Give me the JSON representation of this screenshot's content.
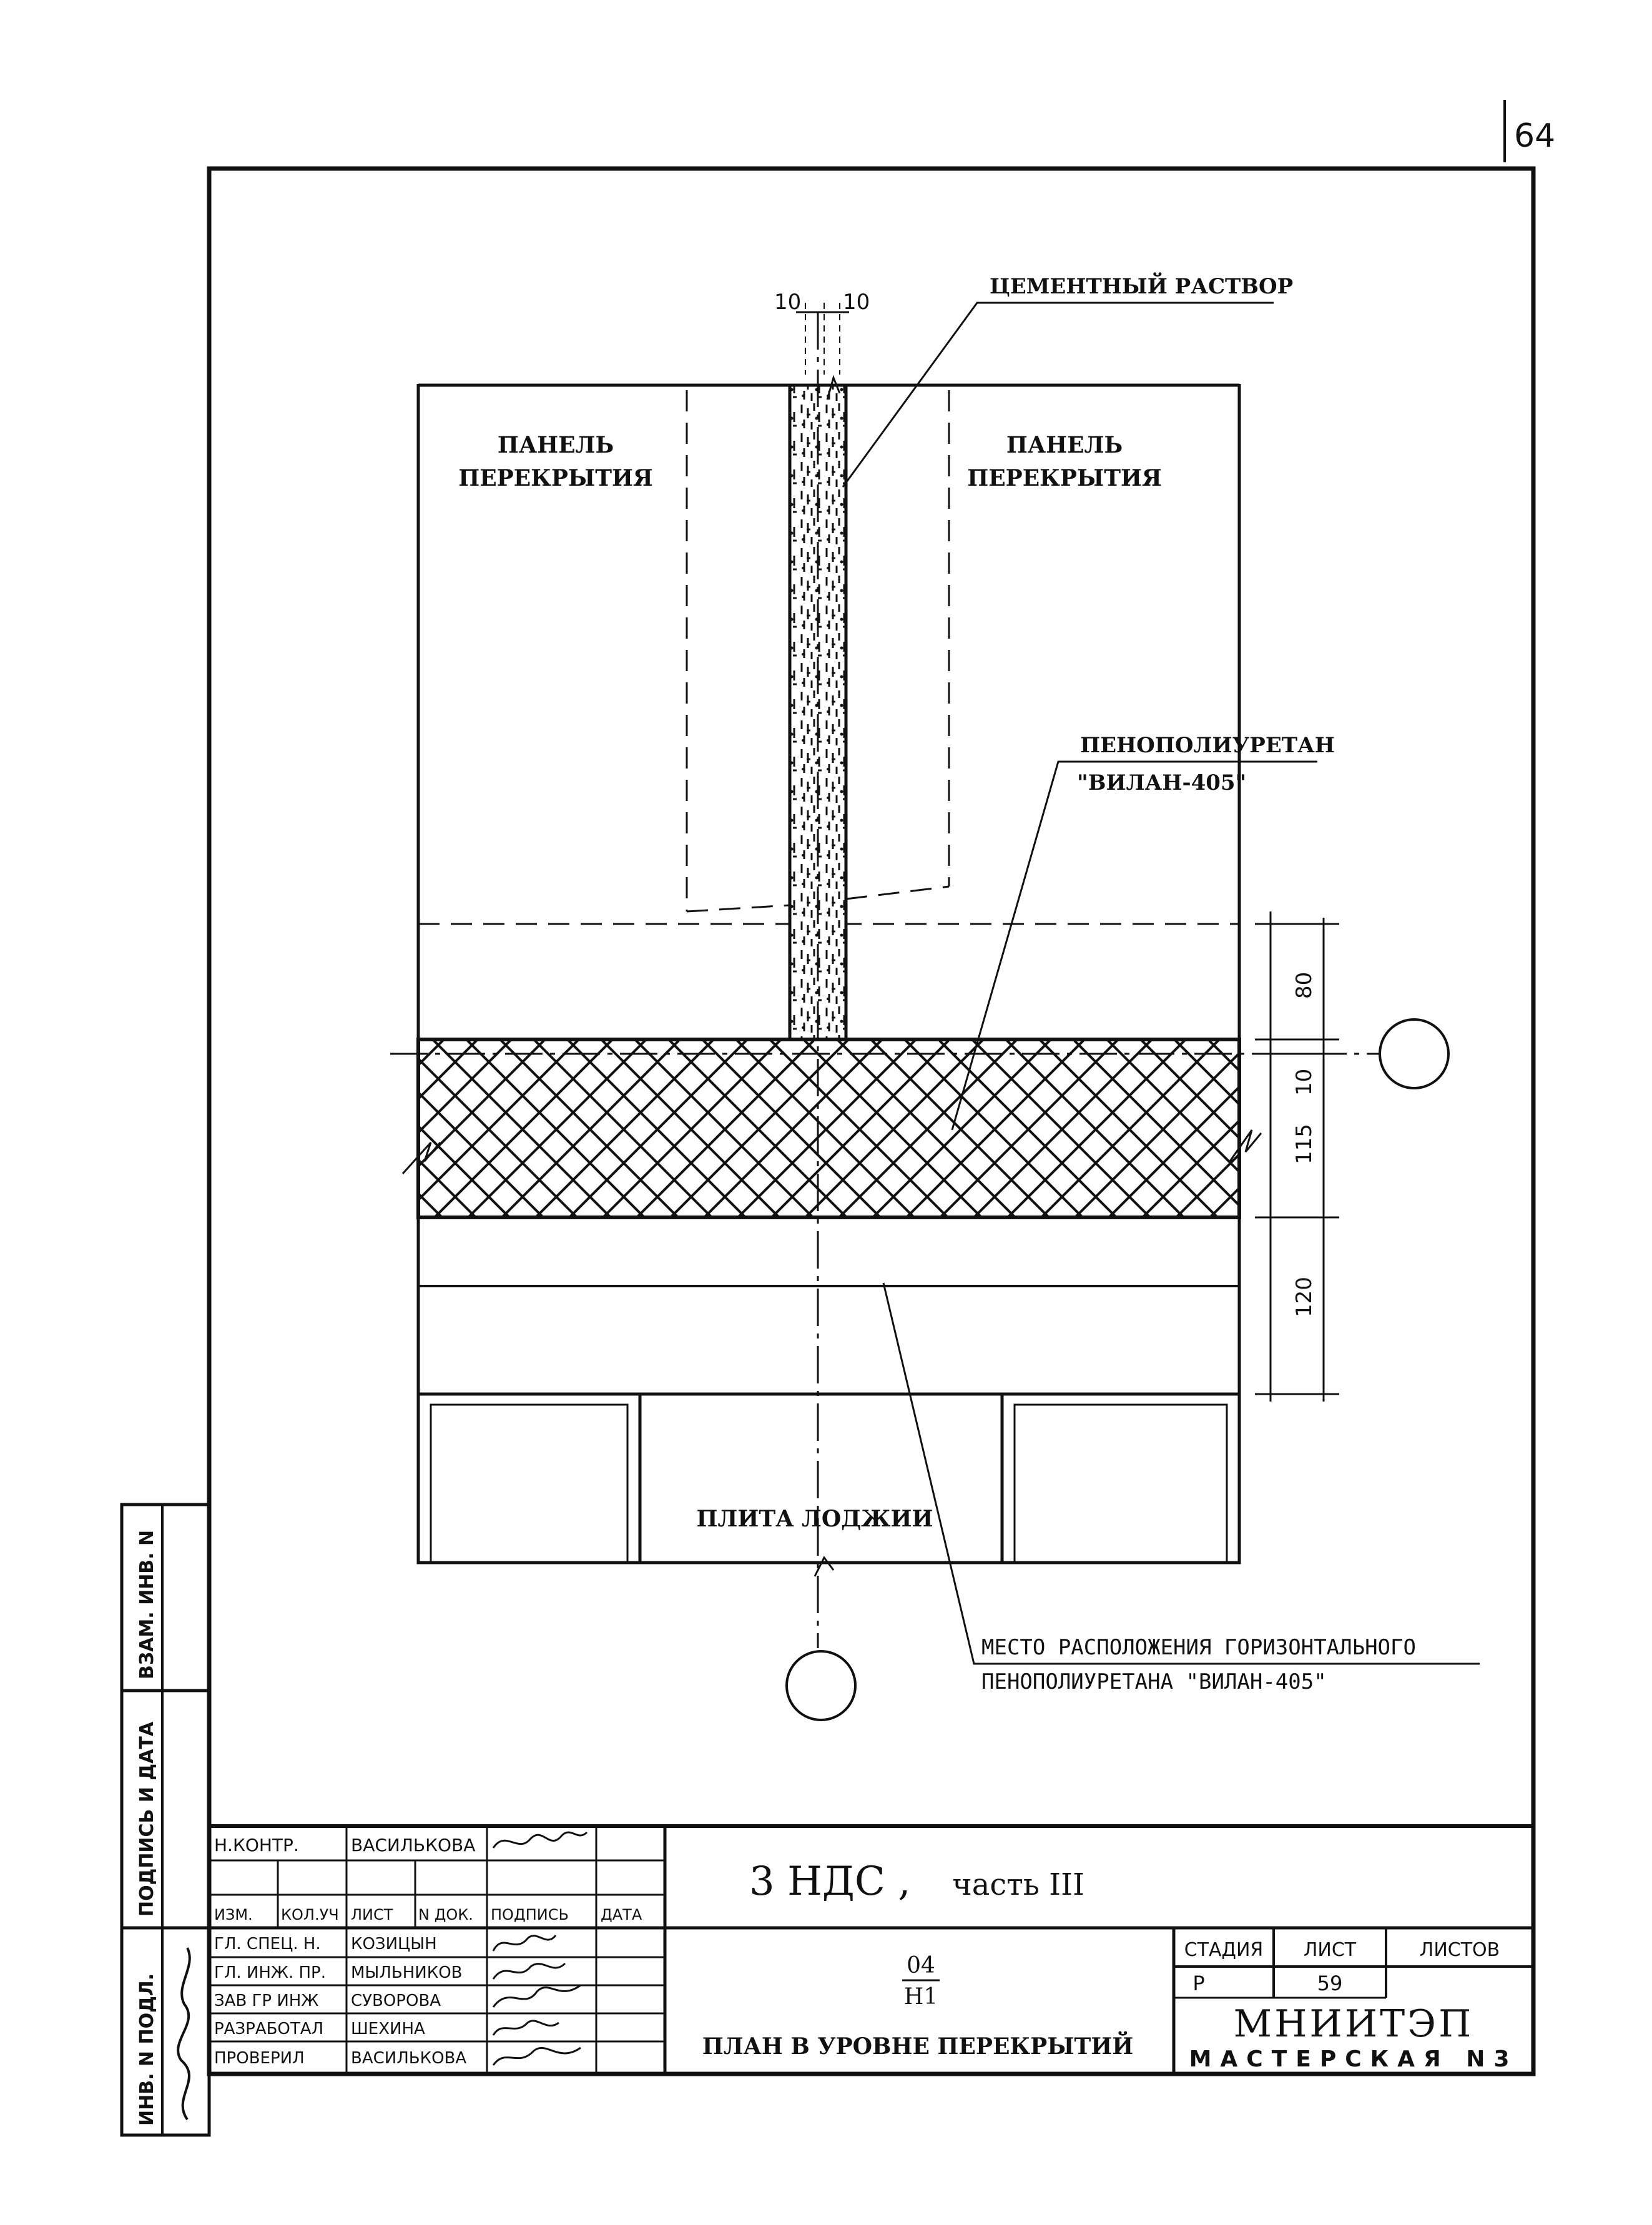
{
  "page_number": "64",
  "drawing": {
    "labels": {
      "panel_left_line1": "ПАНЕЛЬ",
      "panel_left_line2": "ПЕРЕКРЫТИЯ",
      "panel_right_line1": "ПАНЕЛЬ",
      "panel_right_line2": "ПЕРЕКРЫТИЯ",
      "cement_mortar": "ЦЕМЕНТНЫЙ РАСТВОР",
      "foam_line1": "ПЕНОПОЛИУРЕТАН",
      "foam_line2": "\"ВИЛАН-405\"",
      "loggia_slab": "ПЛИТА ЛОДЖИИ",
      "location_line1": "МЕСТО РАСПОЛОЖЕНИЯ ГОРИЗОНТАЛЬНОГО",
      "location_line2": "ПЕНОПОЛИУРЕТАНА \"ВИЛАН-405\""
    },
    "dimensions": {
      "top_left": "10",
      "top_right": "10",
      "d80": "80",
      "d10": "10",
      "d115": "115",
      "d120": "120"
    }
  },
  "side_stamp": {
    "inv_n_podl": "ИНВ. N ПОДЛ.",
    "podpis_data": "ПОДПИСЬ И ДАТА",
    "vzam_inv": "ВЗАМ. ИНВ. N"
  },
  "title_block": {
    "project": "3 НДС ,",
    "part": "часть III",
    "sheet_code_top": "04",
    "sheet_code_bottom": "Н1",
    "sheet_title": "ПЛАН В УРОВНЕ ПЕРЕКРЫТИЙ",
    "stage_header": "СТАДИЯ",
    "sheet_header": "ЛИСТ",
    "sheets_header": "ЛИСТОВ",
    "stage_value": "Р",
    "sheet_value": "59",
    "sheets_value": "",
    "org_name": "МНИИТЭП",
    "org_unit": "МАСТЕРСКАЯ N3",
    "col_headers": [
      "ИЗМ.",
      "КОЛ.УЧ",
      "ЛИСТ",
      "N ДОК.",
      "ПОДПИСЬ",
      "ДАТА"
    ],
    "n_kontr_role": "Н.КОНТР.",
    "n_kontr_name": "ВАСИЛЬКОВА",
    "roles": [
      {
        "role": "ГЛ. СПЕЦ. Н.",
        "name": "КОЗИЦЫН"
      },
      {
        "role": "ГЛ. ИНЖ. ПР.",
        "name": "МЫЛЬНИКОВ"
      },
      {
        "role": "ЗАВ ГР ИНЖ",
        "name": "СУВОРОВА"
      },
      {
        "role": "РАЗРАБОТАЛ",
        "name": "ШЕХИНА"
      },
      {
        "role": "ПРОВЕРИЛ",
        "name": "ВАСИЛЬКОВА"
      }
    ]
  }
}
